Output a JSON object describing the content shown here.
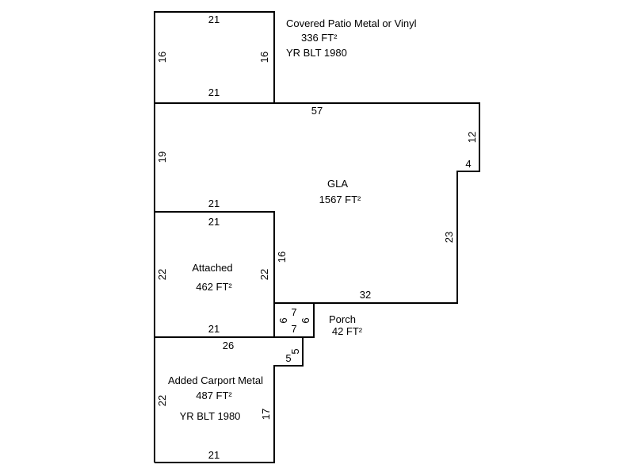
{
  "areas": {
    "patio": {
      "name": "Covered Patio Metal or Vinyl",
      "area": "336 FT²",
      "year": "YR BLT 1980",
      "dims": {
        "top": "21",
        "bottom": "21",
        "left": "16",
        "right": "16"
      }
    },
    "gla": {
      "name": "GLA",
      "area": "1567 FT²",
      "dims": {
        "top": "57",
        "right": "12",
        "notch": "4",
        "right_lower": "23",
        "bottom": "32",
        "left": "19",
        "inner_bottom": "21",
        "inner_right": "16"
      }
    },
    "attached": {
      "name": "Attached",
      "area": "462 FT²",
      "dims": {
        "top": "21",
        "bottom": "21",
        "left": "22",
        "right": "22"
      }
    },
    "porch": {
      "name": "Porch",
      "area": "42 FT²",
      "dims": {
        "top": "7",
        "bottom": "7",
        "left": "6",
        "right": "6"
      }
    },
    "carport": {
      "name": "Added Carport Metal",
      "area": "487 FT²",
      "year": "YR BLT 1980",
      "dims": {
        "top": "26",
        "step_h": "5",
        "step_v": "5",
        "left": "22",
        "right": "17",
        "bottom": "21"
      }
    }
  },
  "colors": {
    "line": "#000000",
    "background": "#ffffff"
  }
}
